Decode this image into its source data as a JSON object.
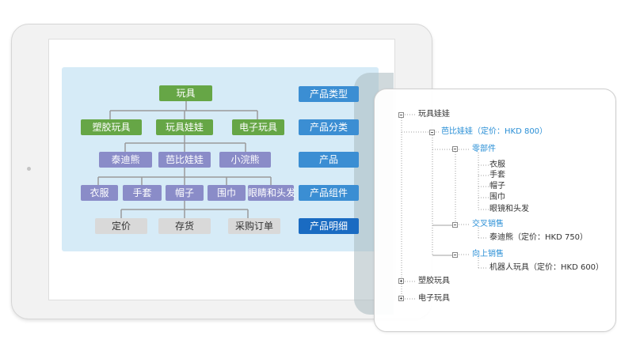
{
  "diagram": {
    "root": "玩具",
    "level2": [
      "塑胶玩具",
      "玩具娃娃",
      "电子玩具"
    ],
    "level3": [
      "泰迪熊",
      "芭比娃娃",
      "小浣熊"
    ],
    "level4": [
      "衣服",
      "手套",
      "帽子",
      "围巾",
      "眼睛和头发"
    ],
    "level5": [
      "定价",
      "存货",
      "采购订单"
    ],
    "legend": [
      "产品类型",
      "产品分类",
      "产品",
      "产品组件",
      "产品明细"
    ]
  },
  "tree": {
    "root": "玩具娃娃",
    "barbie": "芭比娃娃（定价：HKD 800）",
    "parts": "零部件",
    "part_items": [
      "衣服",
      "手套",
      "帽子",
      "围巾",
      "眼镜和头发"
    ],
    "cross_sell": "交叉销售",
    "cross_item": "泰迪熊（定价：HKD 750）",
    "up_sell": "向上销售",
    "up_item": "机器人玩具（定价：HKD 600）",
    "plastic": "塑胶玩具",
    "electronic": "电子玩具"
  },
  "colors": {
    "green": "#66a646",
    "purple": "#8a8cc8",
    "grey": "#d9d9d9",
    "blue": "#3b8ed3",
    "blue_dark": "#1a6bc2",
    "tree_highlight": "#2a8fd6"
  }
}
